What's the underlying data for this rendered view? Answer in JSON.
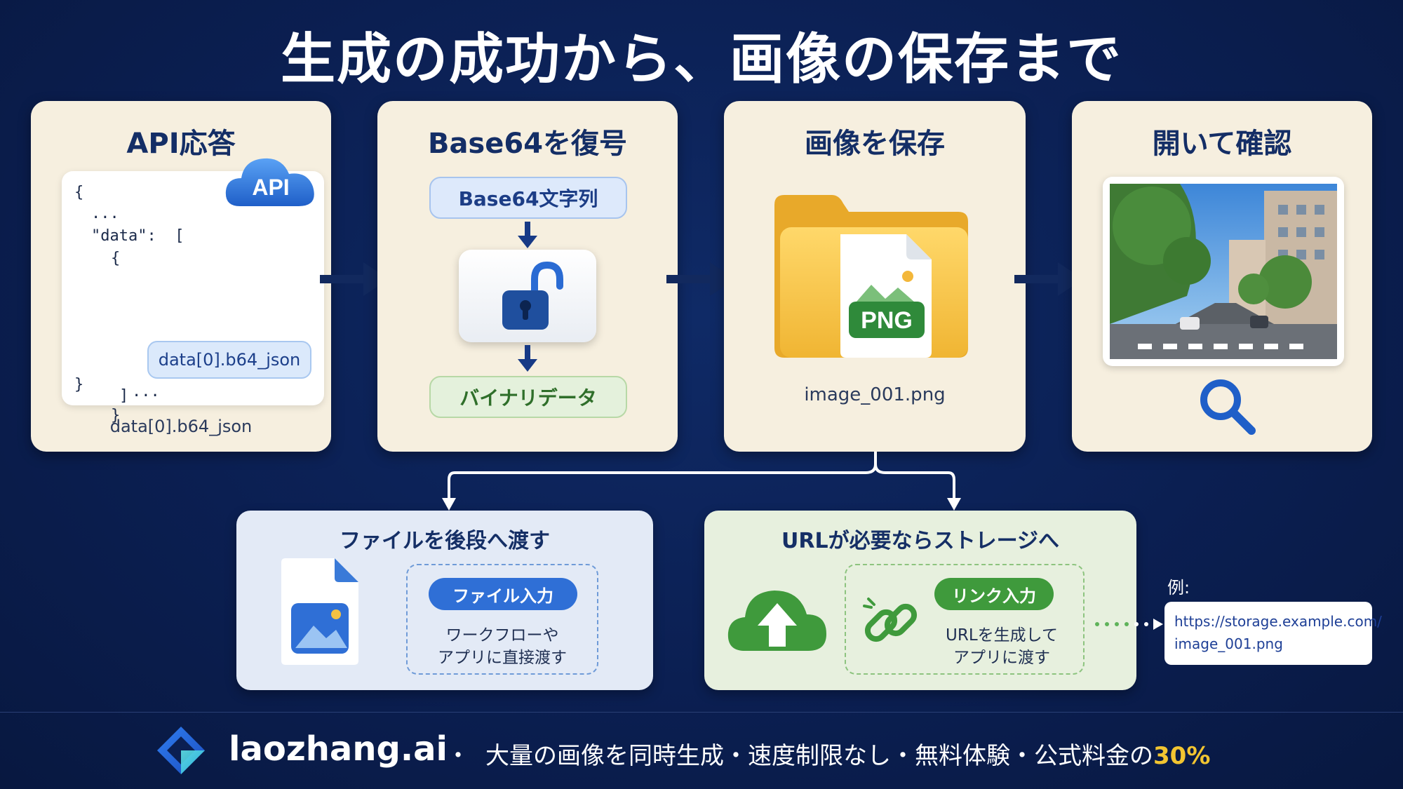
{
  "title": "生成の成功から、画像の保存まで",
  "cards": [
    {
      "title": "API応答",
      "badge": "API",
      "code": [
        "{",
        "...",
        "\"data\":  [",
        "{",
        "...",
        "}",
        "]",
        "}"
      ],
      "chip": "data[0].b64_json",
      "caption": "data[0].b64_json"
    },
    {
      "title": "Base64を復号",
      "input": "Base64文字列",
      "output": "バイナリデータ"
    },
    {
      "title": "画像を保存",
      "file_type": "PNG",
      "caption": "image_001.png"
    },
    {
      "title": "開いて確認"
    }
  ],
  "bottom": {
    "left": {
      "title": "ファイルを後段へ渡す",
      "badge": "ファイル入力",
      "lines": [
        "ワークフローや",
        "アプリに直接渡す"
      ]
    },
    "right": {
      "title": "URLが必要ならストレージへ",
      "badge": "リンク入力",
      "lines": [
        "URLを生成して",
        "アプリに渡す"
      ]
    }
  },
  "example": {
    "label": "例:",
    "lines": [
      "https://storage.example.com/",
      "image_001.png"
    ]
  },
  "footer": {
    "brand": "laozhang.ai",
    "separator": "・",
    "text": "大量の画像を同時生成・速度制限なし・無料体験・公式料金の",
    "highlight": "30%"
  },
  "colors": {
    "background": "#0b1f52",
    "card": "#f6efdf",
    "accent_blue": "#2f6fd6",
    "accent_green": "#3f9a3c",
    "highlight": "#f2c531"
  }
}
